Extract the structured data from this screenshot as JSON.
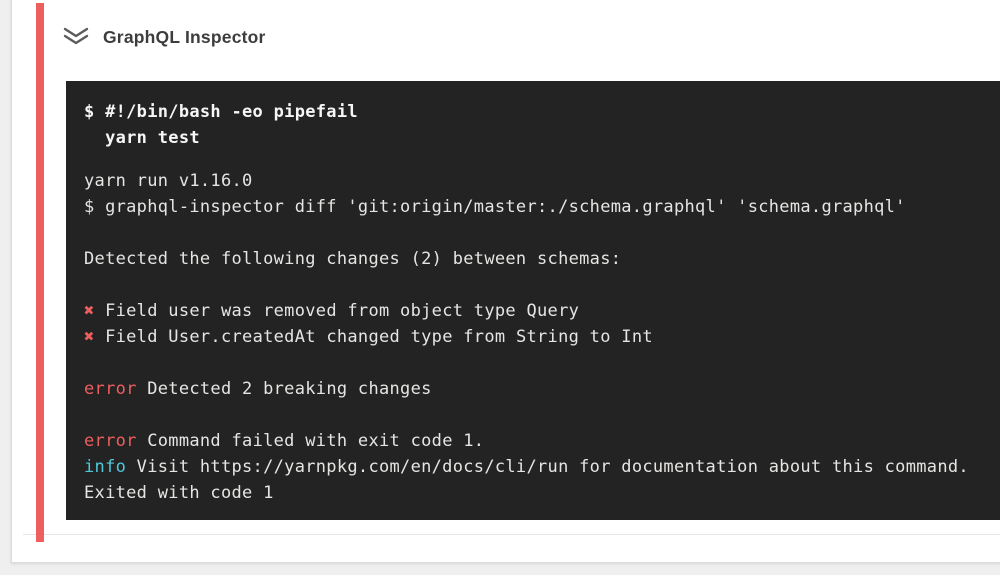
{
  "step": {
    "title": "GraphQL Inspector",
    "status_color": "#ed5e5e",
    "collapse_icon": "double-chevron-down"
  },
  "terminal": {
    "background": "#232323",
    "text_color": "#e6e5e3",
    "command_color": "#f6f6f6",
    "command_lines": [
      "$ #!/bin/bash -eo pipefail",
      "  yarn test"
    ],
    "colors": {
      "error": "#ed5e5e",
      "info": "#4ec9d9"
    },
    "output_lines": [
      [
        {
          "t": "yarn run v1.16.0"
        }
      ],
      [
        {
          "t": "$ graphql-inspector diff 'git:origin/master:./schema.graphql' 'schema.graphql'"
        }
      ],
      [],
      [
        {
          "t": "Detected the following changes (2) between schemas:"
        }
      ],
      [],
      [
        {
          "t": "✖",
          "c": "error"
        },
        {
          "t": " Field user was removed from object type Query"
        }
      ],
      [
        {
          "t": "✖",
          "c": "error"
        },
        {
          "t": " Field User.createdAt changed type from String to Int"
        }
      ],
      [],
      [
        {
          "t": "error",
          "c": "error"
        },
        {
          "t": " Detected 2 breaking changes"
        }
      ],
      [],
      [
        {
          "t": "error",
          "c": "error"
        },
        {
          "t": " Command failed with exit code 1."
        }
      ],
      [
        {
          "t": "info",
          "c": "info"
        },
        {
          "t": " Visit https://yarnpkg.com/en/docs/cli/run for documentation about this command."
        }
      ],
      [
        {
          "t": "Exited with code 1"
        }
      ]
    ]
  }
}
